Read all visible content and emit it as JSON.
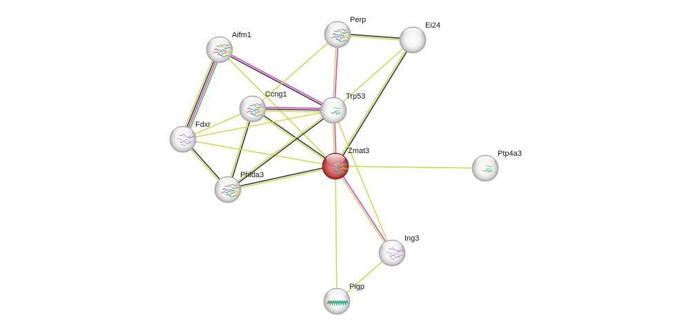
{
  "network": {
    "nodes": [
      {
        "id": "perp",
        "label": "Perp",
        "query": false,
        "structure": "helix"
      },
      {
        "id": "ei24",
        "label": "Ei24",
        "query": false,
        "structure": "none"
      },
      {
        "id": "aifm1",
        "label": "Aifm1",
        "query": false,
        "structure": "helix"
      },
      {
        "id": "ccng1",
        "label": "Ccng1",
        "query": false,
        "structure": "helix"
      },
      {
        "id": "trp53",
        "label": "Trp53",
        "query": false,
        "structure": "sparse"
      },
      {
        "id": "fdxr",
        "label": "Fdxr",
        "query": false,
        "structure": "fold"
      },
      {
        "id": "zmat3",
        "label": "Zmat3",
        "query": true,
        "structure": "helix"
      },
      {
        "id": "ptp4a3",
        "label": "Ptp4a3",
        "query": false,
        "structure": "sparse"
      },
      {
        "id": "phlda3",
        "label": "Phlda3",
        "query": false,
        "structure": "helix"
      },
      {
        "id": "ing3",
        "label": "Ing3",
        "query": false,
        "structure": "fold"
      },
      {
        "id": "pigp",
        "label": "Pigp",
        "query": false,
        "structure": "coil"
      }
    ],
    "evidence_colors": {
      "textmining": "#c7de4f",
      "coexpression": "#333333",
      "experiments": "#d93fd1",
      "databases": "#2bb5c5",
      "neighborhood": "#3fbf3f"
    },
    "edges": [
      {
        "source": "aifm1",
        "target": "fdxr",
        "evidence": [
          "neighborhood",
          "experiments",
          "coexpression",
          "textmining"
        ]
      },
      {
        "source": "aifm1",
        "target": "trp53",
        "evidence": [
          "experiments",
          "coexpression"
        ]
      },
      {
        "source": "aifm1",
        "target": "zmat3",
        "evidence": [
          "textmining"
        ]
      },
      {
        "source": "perp",
        "target": "ei24",
        "evidence": [
          "coexpression",
          "textmining"
        ]
      },
      {
        "source": "perp",
        "target": "trp53",
        "evidence": [
          "experiments",
          "textmining"
        ]
      },
      {
        "source": "perp",
        "target": "ccng1",
        "evidence": [
          "textmining"
        ]
      },
      {
        "source": "ei24",
        "target": "trp53",
        "evidence": [
          "textmining"
        ]
      },
      {
        "source": "ei24",
        "target": "zmat3",
        "evidence": [
          "coexpression",
          "textmining"
        ]
      },
      {
        "source": "ccng1",
        "target": "trp53",
        "evidence": [
          "experiments",
          "coexpression",
          "textmining"
        ]
      },
      {
        "source": "ccng1",
        "target": "fdxr",
        "evidence": [
          "textmining"
        ]
      },
      {
        "source": "ccng1",
        "target": "phlda3",
        "evidence": [
          "coexpression",
          "textmining"
        ]
      },
      {
        "source": "ccng1",
        "target": "zmat3",
        "evidence": [
          "coexpression",
          "textmining"
        ]
      },
      {
        "source": "fdxr",
        "target": "trp53",
        "evidence": [
          "textmining"
        ]
      },
      {
        "source": "fdxr",
        "target": "zmat3",
        "evidence": [
          "textmining"
        ]
      },
      {
        "source": "fdxr",
        "target": "phlda3",
        "evidence": [
          "coexpression",
          "textmining"
        ]
      },
      {
        "source": "trp53",
        "target": "zmat3",
        "evidence": [
          "experiments",
          "textmining"
        ]
      },
      {
        "source": "trp53",
        "target": "phlda3",
        "evidence": [
          "coexpression",
          "textmining"
        ]
      },
      {
        "source": "phlda3",
        "target": "zmat3",
        "evidence": [
          "coexpression",
          "textmining"
        ]
      },
      {
        "source": "zmat3",
        "target": "ptp4a3",
        "evidence": [
          "textmining"
        ]
      },
      {
        "source": "zmat3",
        "target": "ing3",
        "evidence": [
          "experiments",
          "textmining"
        ]
      },
      {
        "source": "zmat3",
        "target": "pigp",
        "evidence": [
          "textmining"
        ]
      },
      {
        "source": "trp53",
        "target": "ing3",
        "evidence": [
          "textmining"
        ]
      },
      {
        "source": "ing3",
        "target": "pigp",
        "evidence": [
          "textmining"
        ]
      }
    ]
  }
}
